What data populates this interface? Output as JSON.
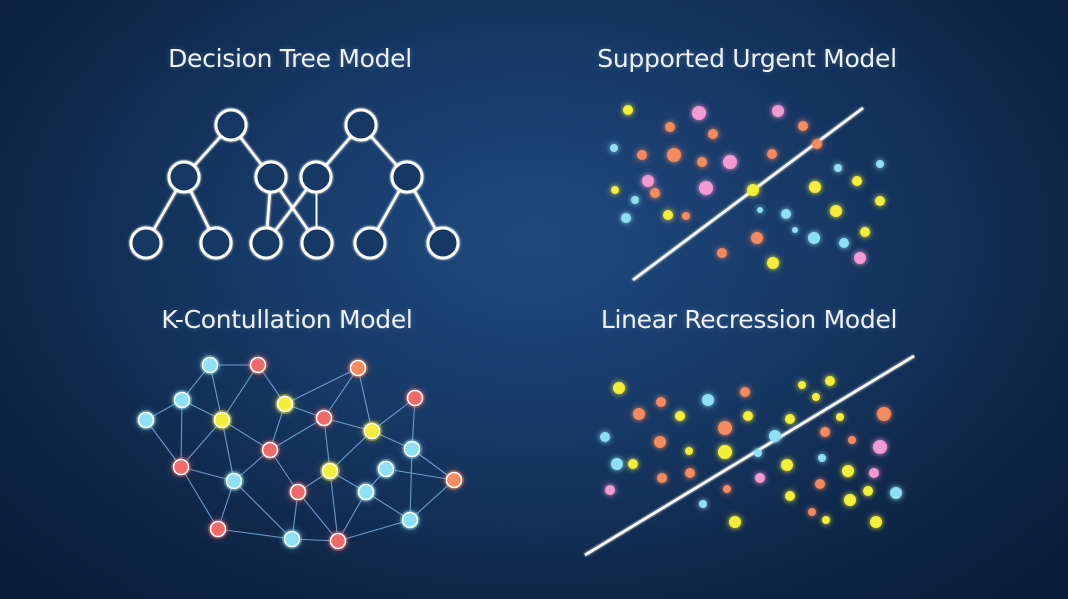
{
  "panels": {
    "decision_tree": {
      "title": "Decision Tree Model"
    },
    "support": {
      "title": "Supported Urgent Model"
    },
    "clustering": {
      "title": "K-Contullation Model"
    },
    "regression": {
      "title": "Linear Recression Model"
    }
  },
  "colors": {
    "background": "#163865",
    "line": "#ffffff",
    "orange": "#f58a5e",
    "pink": "#f49ad2",
    "yellow": "#f4ee3a",
    "cyan": "#8fe0f4",
    "salmon": "#f06a6a"
  }
}
